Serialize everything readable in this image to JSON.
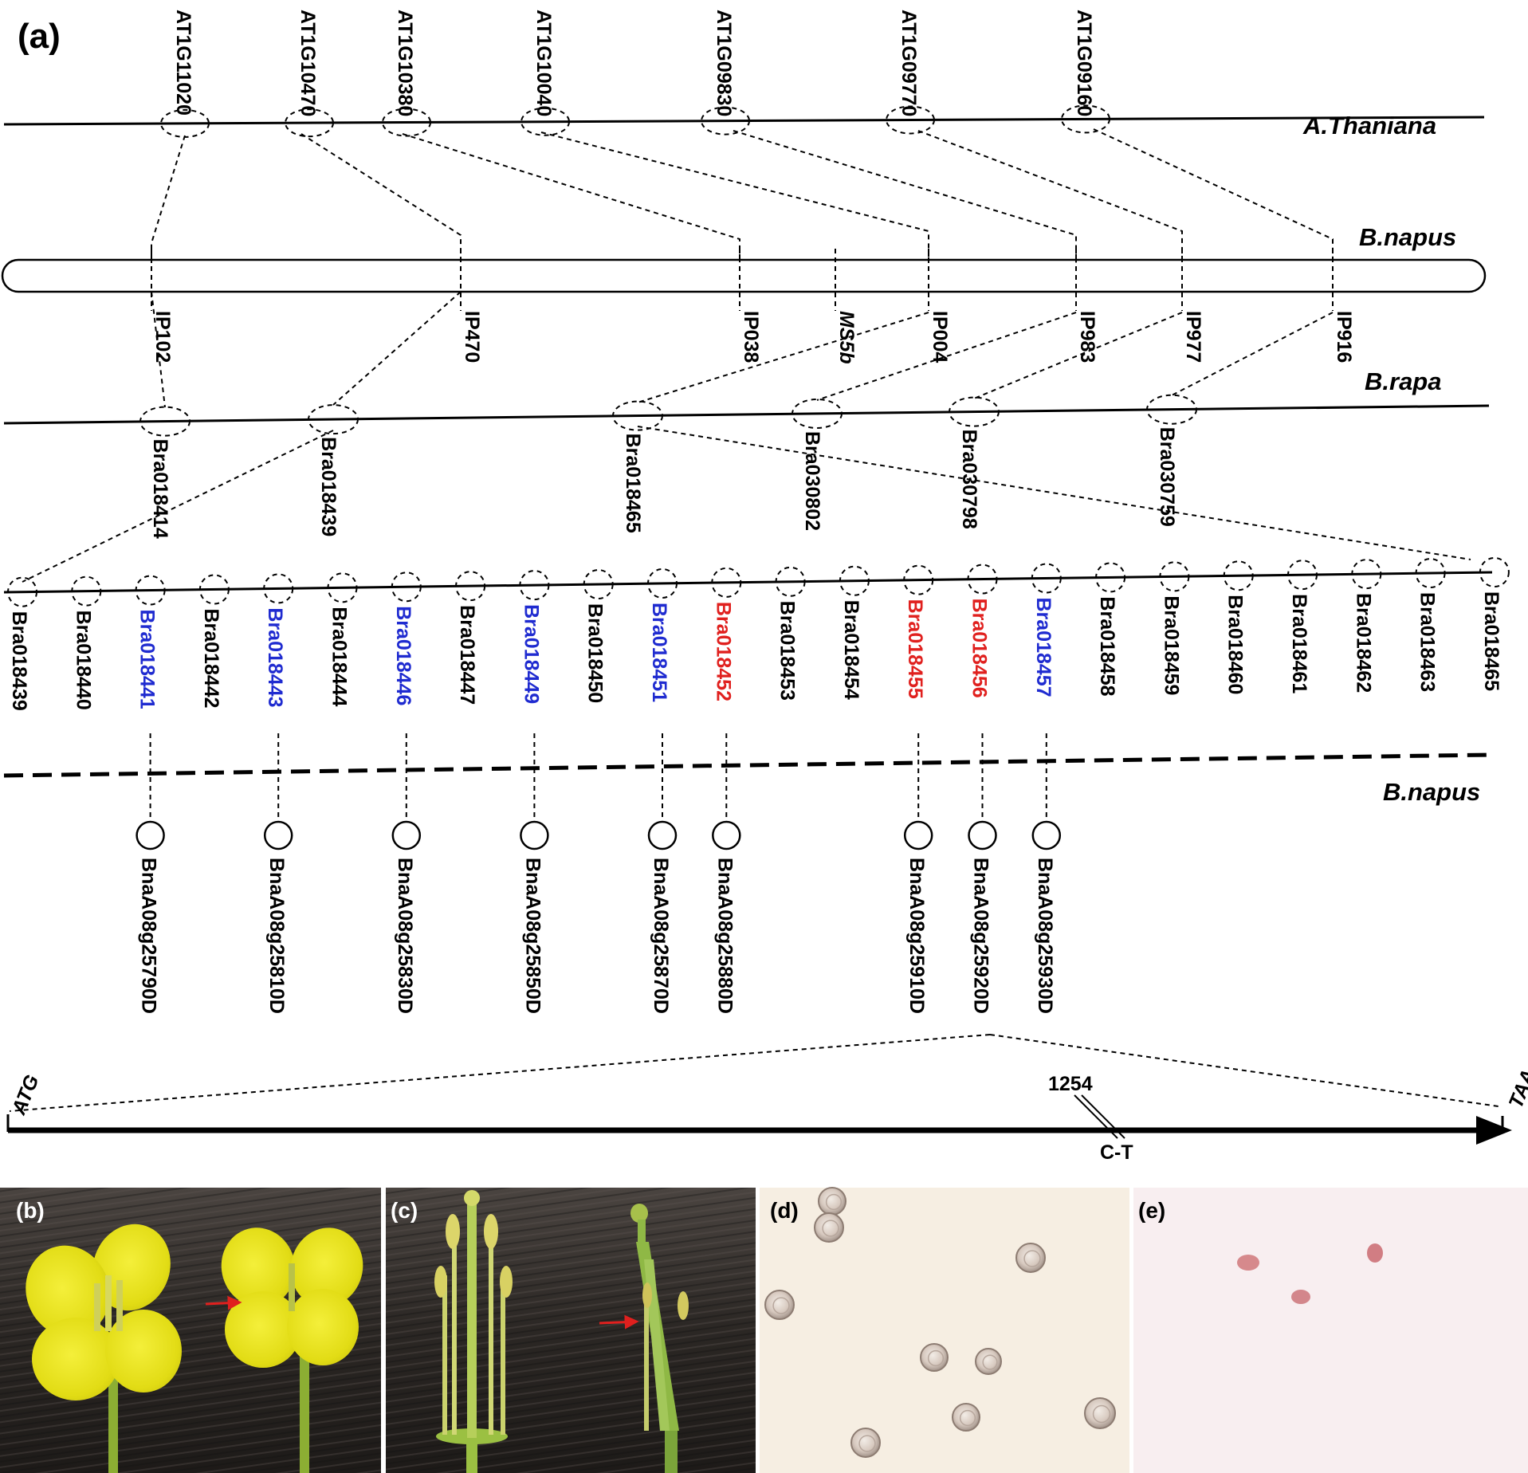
{
  "panel_a": {
    "letter": "(a)",
    "species": {
      "thaliana": "A.Thaniana",
      "napus_top": "B.napus",
      "rapa": "B.rapa",
      "napus_bottom": "B.napus"
    },
    "at_genes": [
      "AT1G11020",
      "AT1G10470",
      "AT1G10380",
      "AT1G10040",
      "AT1G09830",
      "AT1G09770",
      "AT1G09160"
    ],
    "markers": [
      "IP102",
      "IP470",
      "IP038",
      "MS5b",
      "IP004",
      "IP983",
      "IP977",
      "IP916"
    ],
    "rapa_genes": [
      "Bra018414",
      "Bra018439",
      "Bra018465",
      "Bra030802",
      "Bra030798",
      "Bra030759"
    ],
    "detail_genes": [
      {
        "id": "Bra018439",
        "color": "#000000"
      },
      {
        "id": "Bra018440",
        "color": "#000000"
      },
      {
        "id": "Bra018441",
        "color": "#1f2bd0"
      },
      {
        "id": "Bra018442",
        "color": "#000000"
      },
      {
        "id": "Bra018443",
        "color": "#1f2bd0"
      },
      {
        "id": "Bra018444",
        "color": "#000000"
      },
      {
        "id": "Bra018446",
        "color": "#1f2bd0"
      },
      {
        "id": "Bra018447",
        "color": "#000000"
      },
      {
        "id": "Bra018449",
        "color": "#1f2bd0"
      },
      {
        "id": "Bra018450",
        "color": "#000000"
      },
      {
        "id": "Bra018451",
        "color": "#1f2bd0"
      },
      {
        "id": "Bra018452",
        "color": "#e0201e"
      },
      {
        "id": "Bra018453",
        "color": "#000000"
      },
      {
        "id": "Bra018454",
        "color": "#000000"
      },
      {
        "id": "Bra018455",
        "color": "#e0201e"
      },
      {
        "id": "Bra018456",
        "color": "#e0201e"
      },
      {
        "id": "Bra018457",
        "color": "#1f2bd0"
      },
      {
        "id": "Bra018458",
        "color": "#000000"
      },
      {
        "id": "Bra018459",
        "color": "#000000"
      },
      {
        "id": "Bra018460",
        "color": "#000000"
      },
      {
        "id": "Bra018461",
        "color": "#000000"
      },
      {
        "id": "Bra018462",
        "color": "#000000"
      },
      {
        "id": "Bra018463",
        "color": "#000000"
      },
      {
        "id": "Bra018465",
        "color": "#000000"
      }
    ],
    "bna_genes": [
      "BnaA08g25790D",
      "BnaA08g25810D",
      "BnaA08g25830D",
      "BnaA08g25850D",
      "BnaA08g25870D",
      "BnaA08g25880D",
      "BnaA08g25910D",
      "BnaA08g25920D",
      "BnaA08g25930D"
    ],
    "gene_model": {
      "start": "ATG",
      "end": "TAA",
      "position": "1254",
      "mutation": "C-T"
    }
  },
  "photo_panels": {
    "b": "(b)",
    "c": "(c)",
    "d": "(d)",
    "e": "(e)"
  },
  "colors": {
    "blue_gene": "#1f2bd0",
    "red_gene": "#e0201e",
    "flower_yellow": "#e6e21a",
    "photo_background": "#2a2623"
  }
}
